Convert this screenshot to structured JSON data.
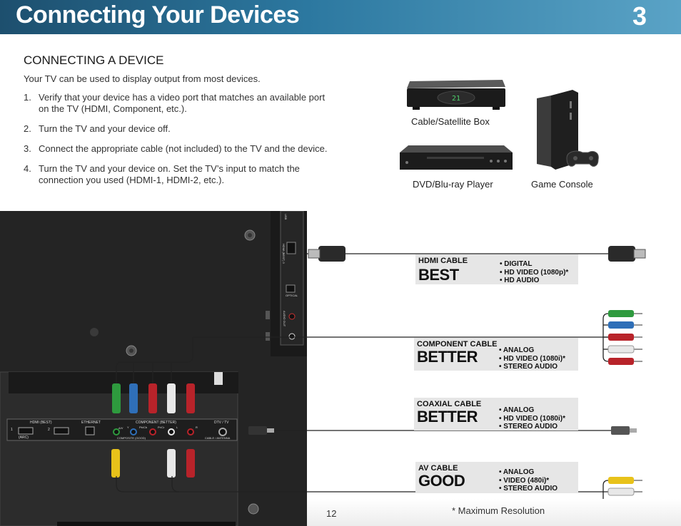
{
  "header": {
    "title": "Connecting Your Devices",
    "chapter": "3"
  },
  "section": {
    "title": "CONNECTING A DEVICE",
    "intro": "Your TV can be used to display output from most devices.",
    "steps": [
      {
        "num": "1.",
        "text": "Verify that your device has a video port that matches an available port on the TV (HDMI, Component, etc.)."
      },
      {
        "num": "2.",
        "text": "Turn the TV and your device off."
      },
      {
        "num": "3.",
        "text": "Connect the appropriate cable (not included) to the TV and the device."
      },
      {
        "num": "4.",
        "text": "Turn the TV and your device on. Set the TV’s input to match the connection you used (HDMI-1, HDMI-2, etc.)."
      }
    ]
  },
  "devices": {
    "cable_box": "Cable/Satellite Box",
    "dvd": "DVD/Blu-ray Player",
    "console": "Game Console",
    "cable_box_display": "21"
  },
  "panel": {
    "hdmi_group": "HDMI (BEST)",
    "hdmi_1": "1",
    "hdmi_2": "2",
    "arc": "(ARC)",
    "ethernet": "ETHERNET",
    "component_group": "COMPONENT (BETTER)",
    "composite": "COMPOSITE (GOOD)",
    "av": "A/V",
    "y": "Y",
    "pb": "Pb/Cb",
    "pr": "Pr/Cr",
    "l": "L",
    "r": "R",
    "dtv": "DTV / TV",
    "antenna": "CABLE / ANTENNA",
    "usb": "USB",
    "hdmi3": "HDMI (BEST) 3",
    "optical": "OPTICAL",
    "audio_out": "AUDIO OUT"
  },
  "cables": [
    {
      "type": "HDMI CABLE",
      "grade": "BEST",
      "features": [
        "DIGITAL",
        "HD VIDEO (1080p)*",
        "HD AUDIO"
      ]
    },
    {
      "type": "COMPONENT CABLE",
      "grade": "BETTER",
      "features": [
        "ANALOG",
        "HD VIDEO (1080i)*",
        "STEREO AUDIO"
      ]
    },
    {
      "type": "COAXIAL CABLE",
      "grade": "BETTER",
      "features": [
        "ANALOG",
        "HD VIDEO (1080i)*",
        "STEREO AUDIO"
      ]
    },
    {
      "type": "AV CABLE",
      "grade": "GOOD",
      "features": [
        "ANALOG",
        "VIDEO (480i)*",
        "STEREO AUDIO"
      ]
    }
  ],
  "footer": {
    "page": "12",
    "footnote": "* Maximum Resolution"
  },
  "colors": {
    "header_start": "#1d4f6e",
    "header_end": "#5aa3c6",
    "panel": "#222222",
    "green": "#2e9a3e",
    "blue": "#2f6fb8",
    "red": "#b8232a",
    "white": "#e8e8e8",
    "yellow": "#e8c21a"
  }
}
